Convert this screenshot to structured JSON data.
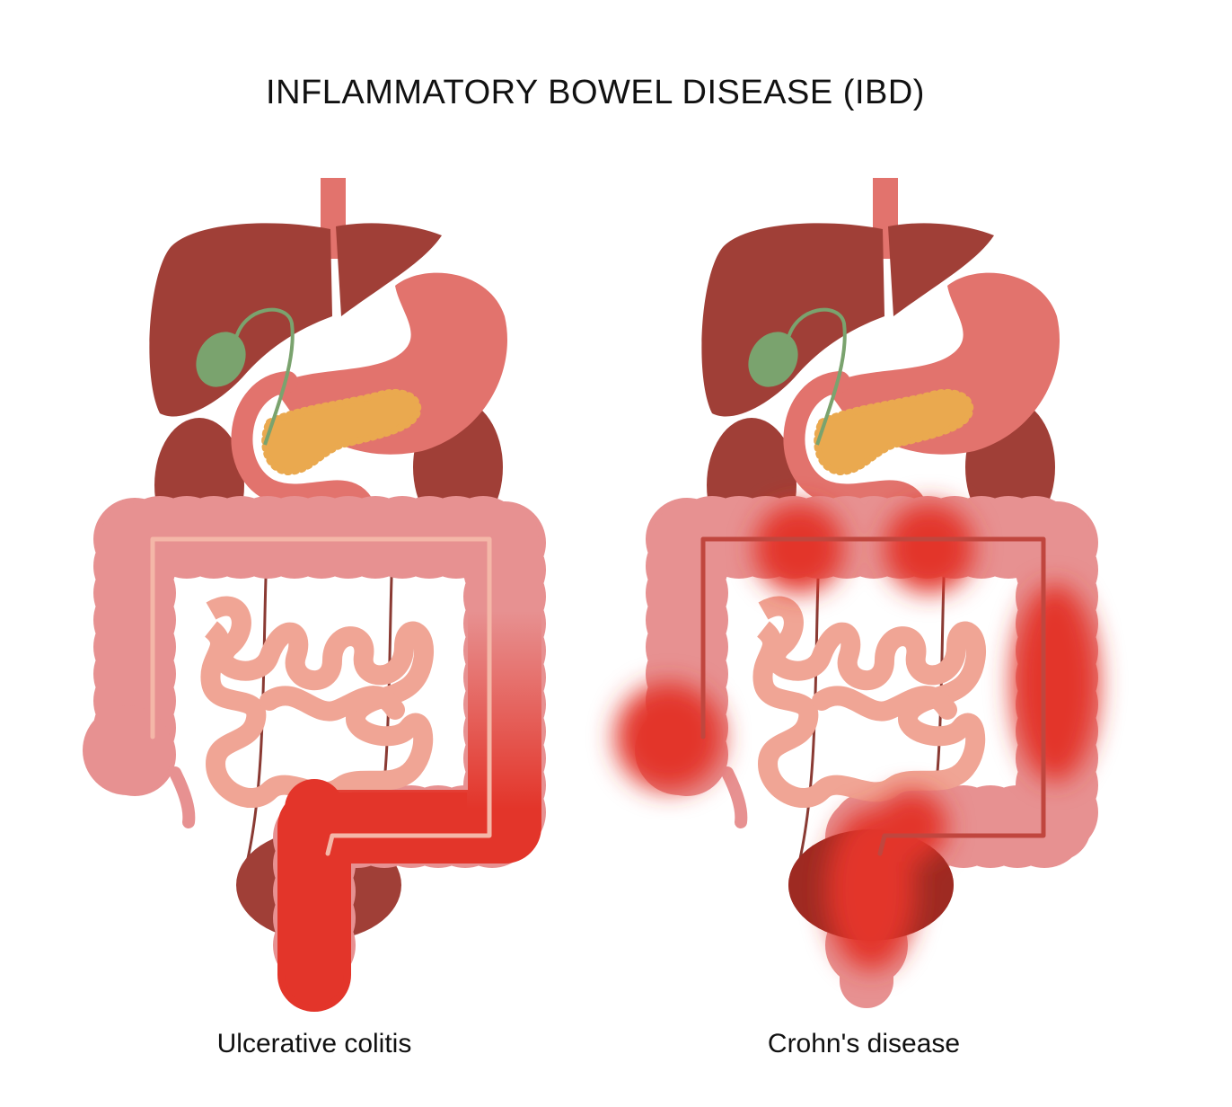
{
  "title": "INFLAMMATORY BOWEL DISEASE (IBD)",
  "panels": [
    {
      "label": "Ulcerative colitis"
    },
    {
      "label": "Crohn's disease"
    }
  ],
  "colors": {
    "liver": "#a03f37",
    "stomach": "#e2736d",
    "gallbladder": "#7aa36e",
    "pancreas": "#eaa94f",
    "colon": "#e79191",
    "small_intestine": "#f0a595",
    "inflammation": "#e3352a"
  }
}
